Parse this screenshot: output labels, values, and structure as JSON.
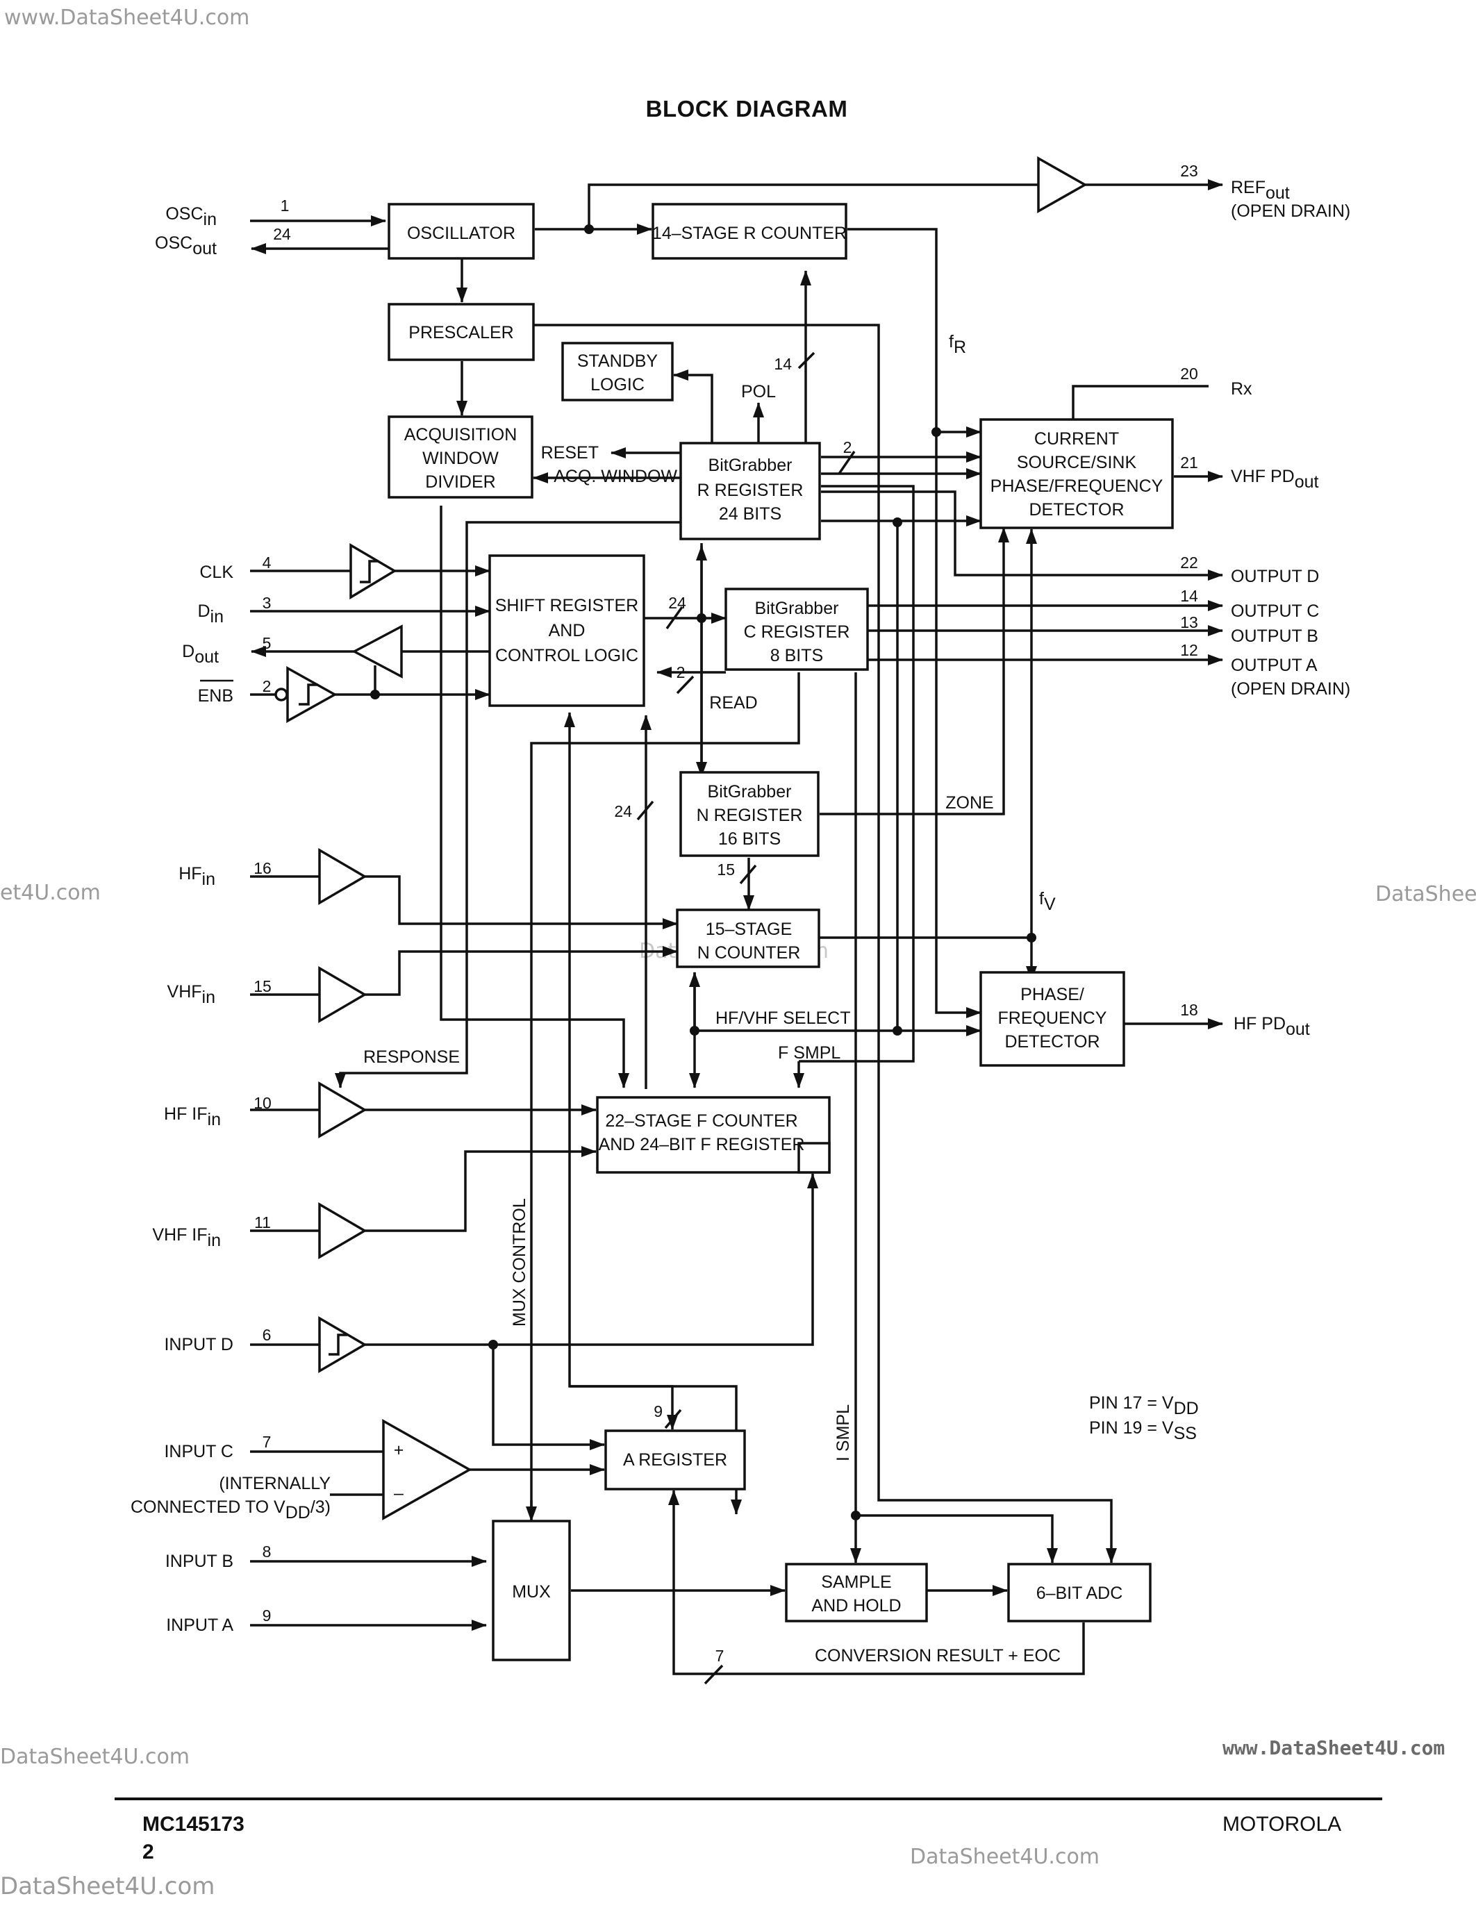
{
  "watermarks": {
    "top_left": "www.DataSheet4U.com",
    "mid_left": "et4U.com",
    "mid_right": "DataShee",
    "center": "DataSheet4U.com",
    "lower_left": "DataSheet4U.com",
    "lower_right": "www.DataSheet4U.com",
    "bottom_center": "DataSheet4U.com",
    "bottom_left": "DataSheet4U.com"
  },
  "title": "BLOCK DIAGRAM",
  "blocks": {
    "oscillator": [
      "OSCILLATOR"
    ],
    "r_counter": [
      "14–STAGE R COUNTER"
    ],
    "prescaler": [
      "PRESCALER"
    ],
    "standby": [
      "STANDBY",
      "LOGIC"
    ],
    "acq_divider": [
      "ACQUISITION",
      "WINDOW",
      "DIVIDER"
    ],
    "r_register": [
      "BitGrabber",
      "R REGISTER",
      "24 BITS"
    ],
    "pfd_current": [
      "CURRENT",
      "SOURCE/SINK",
      "PHASE/FREQUENCY",
      "DETECTOR"
    ],
    "shift_register": [
      "SHIFT REGISTER",
      "AND",
      "CONTROL LOGIC"
    ],
    "c_register": [
      "BitGrabber",
      "C REGISTER",
      "8 BITS"
    ],
    "n_register": [
      "BitGrabber",
      "N REGISTER",
      "16 BITS"
    ],
    "n_counter": [
      "15–STAGE",
      "N COUNTER"
    ],
    "pfd_hf": [
      "PHASE/",
      "FREQUENCY",
      "DETECTOR"
    ],
    "f_counter": [
      "22–STAGE F COUNTER",
      "AND 24–BIT F REGISTER"
    ],
    "a_register": [
      "A REGISTER"
    ],
    "mux": [
      "MUX"
    ],
    "sample_hold": [
      "SAMPLE",
      "AND HOLD"
    ],
    "adc": [
      "6–BIT ADC"
    ]
  },
  "pins": {
    "osc_in": {
      "name": "OSC",
      "sub": "in",
      "num": "1"
    },
    "osc_out": {
      "name": "OSC",
      "sub": "out",
      "num": "24"
    },
    "clk": {
      "name": "CLK",
      "num": "4"
    },
    "din": {
      "name": "D",
      "sub": "in",
      "num": "3"
    },
    "dout": {
      "name": "D",
      "sub": "out",
      "num": "5"
    },
    "enb": {
      "name": "ENB",
      "num": "2"
    },
    "hf_in": {
      "name": "HF",
      "sub": "in",
      "num": "16"
    },
    "vhf_in": {
      "name": "VHF",
      "sub": "in",
      "num": "15"
    },
    "hf_if_in": {
      "name": "HF IF",
      "sub": "in",
      "num": "10"
    },
    "vhf_if_in": {
      "name": "VHF IF",
      "sub": "in",
      "num": "11"
    },
    "input_d": {
      "name": "INPUT D",
      "num": "6"
    },
    "input_c": {
      "name": "INPUT C",
      "num": "7"
    },
    "input_c_note": [
      "(INTERNALLY",
      "CONNECTED TO V",
      "DD",
      "/3)"
    ],
    "input_b": {
      "name": "INPUT B",
      "num": "8"
    },
    "input_a": {
      "name": "INPUT A",
      "num": "9"
    },
    "ref_out": {
      "name": "REF",
      "sub": "out",
      "num": "23",
      "note": "(OPEN DRAIN)"
    },
    "rx": {
      "name": "Rx",
      "num": "20"
    },
    "vhf_pd_out": {
      "name": "VHF PD",
      "sub": "out",
      "num": "21"
    },
    "output_d": {
      "name": "OUTPUT D",
      "num": "22"
    },
    "output_c": {
      "name": "OUTPUT C",
      "num": "14"
    },
    "output_b": {
      "name": "OUTPUT B",
      "num": "13"
    },
    "output_a": {
      "name": "OUTPUT A",
      "num": "12",
      "note": "(OPEN DRAIN)"
    },
    "hf_pd_out": {
      "name": "HF PD",
      "sub": "out",
      "num": "18"
    }
  },
  "signals": {
    "fr": "f",
    "fr_sub": "R",
    "fv": "f",
    "fv_sub": "V",
    "pol": "POL",
    "reset": "RESET",
    "acq_window": "ACQ. WINDOW",
    "read": "READ",
    "zone": "ZONE",
    "hf_vhf_select": "HF/VHF SELECT",
    "f_smpl": "F SMPL",
    "response": "RESPONSE",
    "mux_control": "MUX CONTROL",
    "i_smpl": "I SMPL",
    "conversion_result": "CONVERSION RESULT + EOC",
    "plus": "+",
    "minus": "–"
  },
  "bus_widths": {
    "r_counter_bus": "14",
    "r_reg_pfd": "2",
    "shift_c": "24",
    "c_shift_read": "2",
    "shift_n": "24",
    "n_counter_bus": "15",
    "a_reg_bus": "9",
    "adc_result": "7"
  },
  "power_notes": {
    "vdd": {
      "text": "PIN 17 = V",
      "sub": "DD"
    },
    "vss": {
      "text": "PIN 19 = V",
      "sub": "SS"
    }
  },
  "footer": {
    "part": "MC145173",
    "page": "2",
    "brand": "MOTOROLA"
  }
}
